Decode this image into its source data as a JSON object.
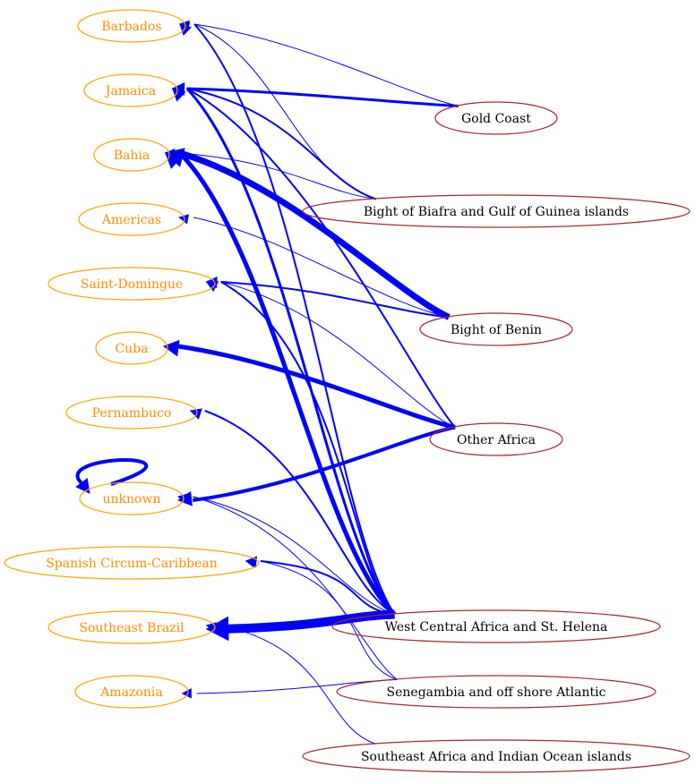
{
  "colors": {
    "destination_stroke": "#FFA500",
    "destination_text": "#FF8C00",
    "origin_stroke": "#A52A2A",
    "origin_text": "#000000",
    "edge": "#0000FF",
    "background": "#FFFFFF"
  },
  "destinations": [
    {
      "id": "barbados",
      "label": "Barbados"
    },
    {
      "id": "jamaica",
      "label": "Jamaica"
    },
    {
      "id": "bahia",
      "label": "Bahia"
    },
    {
      "id": "americas",
      "label": "Americas"
    },
    {
      "id": "saint_domingue",
      "label": "Saint-Domingue"
    },
    {
      "id": "cuba",
      "label": "Cuba"
    },
    {
      "id": "pernambuco",
      "label": "Pernambuco"
    },
    {
      "id": "unknown",
      "label": "unknown"
    },
    {
      "id": "spanish_cc",
      "label": "Spanish Circum-Caribbean"
    },
    {
      "id": "se_brazil",
      "label": "Southeast Brazil"
    },
    {
      "id": "amazonia",
      "label": "Amazonia"
    }
  ],
  "origins": [
    {
      "id": "gold_coast",
      "label": "Gold Coast"
    },
    {
      "id": "biafra",
      "label": "Bight of Biafra and Gulf of Guinea islands"
    },
    {
      "id": "benin",
      "label": "Bight of Benin"
    },
    {
      "id": "other_africa",
      "label": "Other Africa"
    },
    {
      "id": "wca",
      "label": "West Central Africa and St. Helena"
    },
    {
      "id": "senegambia",
      "label": "Senegambia and off shore Atlantic"
    },
    {
      "id": "se_africa",
      "label": "Southeast Africa and Indian Ocean islands"
    }
  ],
  "edges": [
    {
      "from": "gold_coast",
      "to": "barbados",
      "weight": 1
    },
    {
      "from": "gold_coast",
      "to": "jamaica",
      "weight": 3
    },
    {
      "from": "biafra",
      "to": "jamaica",
      "weight": 2
    },
    {
      "from": "biafra",
      "to": "barbados",
      "weight": 1
    },
    {
      "from": "biafra",
      "to": "bahia",
      "weight": 1
    },
    {
      "from": "benin",
      "to": "bahia",
      "weight": 7
    },
    {
      "from": "benin",
      "to": "saint_domingue",
      "weight": 2
    },
    {
      "from": "benin",
      "to": "americas",
      "weight": 1
    },
    {
      "from": "other_africa",
      "to": "cuba",
      "weight": 5
    },
    {
      "from": "other_africa",
      "to": "unknown",
      "weight": 4
    },
    {
      "from": "other_africa",
      "to": "saint_domingue",
      "weight": 1
    },
    {
      "from": "other_africa",
      "to": "jamaica",
      "weight": 2
    },
    {
      "from": "wca",
      "to": "se_brazil",
      "weight": 10
    },
    {
      "from": "wca",
      "to": "spanish_cc",
      "weight": 2
    },
    {
      "from": "wca",
      "to": "unknown",
      "weight": 1
    },
    {
      "from": "wca",
      "to": "pernambuco",
      "weight": 2
    },
    {
      "from": "wca",
      "to": "bahia",
      "weight": 5
    },
    {
      "from": "wca",
      "to": "saint_domingue",
      "weight": 2
    },
    {
      "from": "wca",
      "to": "jamaica",
      "weight": 3
    },
    {
      "from": "wca",
      "to": "barbados",
      "weight": 2
    },
    {
      "from": "senegambia",
      "to": "amazonia",
      "weight": 1
    },
    {
      "from": "senegambia",
      "to": "unknown",
      "weight": 1
    },
    {
      "from": "senegambia",
      "to": "spanish_cc",
      "weight": 1
    },
    {
      "from": "se_africa",
      "to": "se_brazil",
      "weight": 1
    },
    {
      "from": "unknown",
      "to": "unknown",
      "weight": 4
    }
  ]
}
